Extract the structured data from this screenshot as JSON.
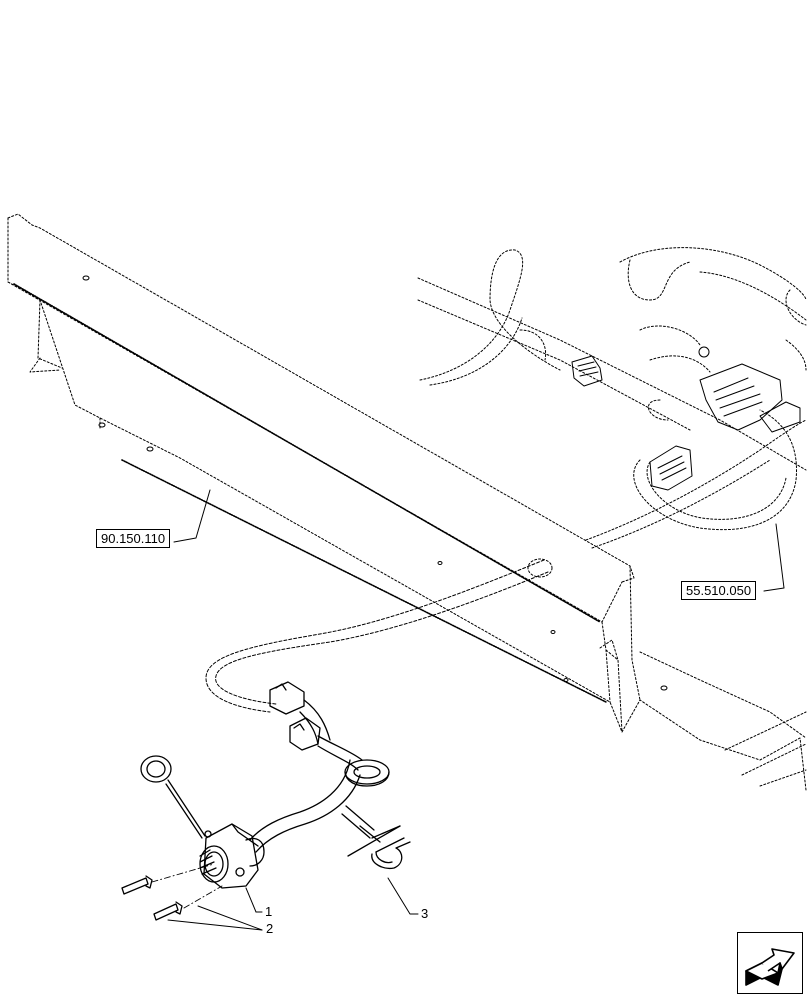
{
  "references": {
    "frame_ref": "90.150.110",
    "harness_ref": "55.510.050"
  },
  "callouts": {
    "item_1": "1",
    "item_2": "2",
    "item_3": "3"
  },
  "icons": {
    "next_page": "next-page-arrow-icon"
  }
}
